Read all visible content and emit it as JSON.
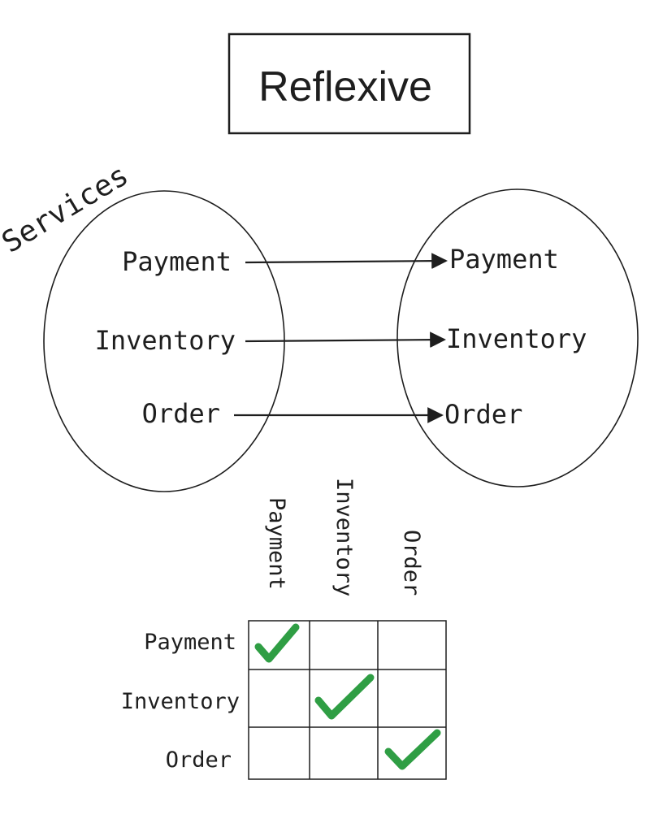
{
  "title": "Reflexive",
  "set_caption": "Services",
  "elements": [
    "Payment",
    "Inventory",
    "Order"
  ],
  "relation_pairs": [
    {
      "from": "Payment",
      "to": "Payment"
    },
    {
      "from": "Inventory",
      "to": "Inventory"
    },
    {
      "from": "Order",
      "to": "Order"
    }
  ],
  "matrix": {
    "column_headers": [
      "Payment",
      "Inventory",
      "Order"
    ],
    "row_headers": [
      "Payment",
      "Inventory",
      "Order"
    ],
    "checked_cells": [
      [
        0,
        0
      ],
      [
        1,
        1
      ],
      [
        2,
        2
      ]
    ],
    "check_color": "#2f9e44",
    "check_icon": "checkmark-icon"
  }
}
